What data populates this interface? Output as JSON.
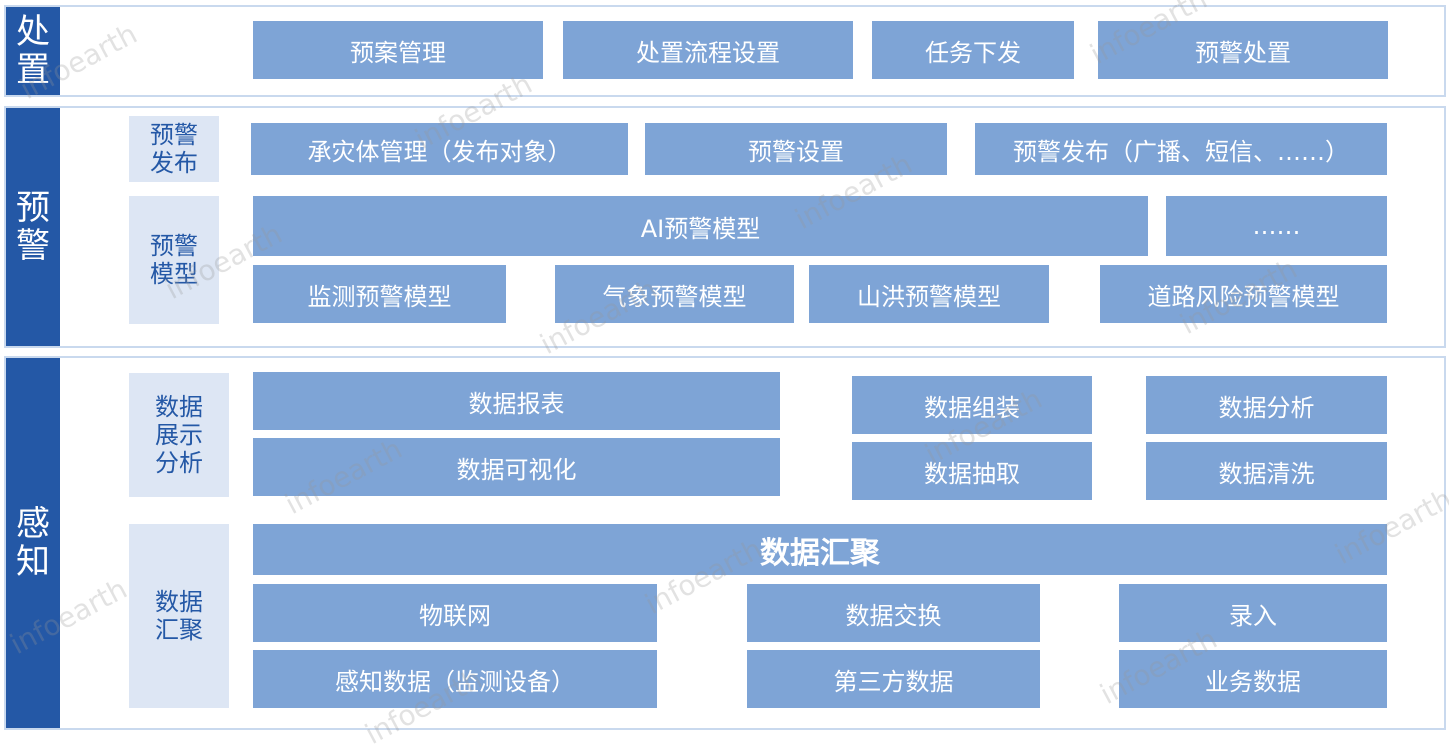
{
  "layers": {
    "chuzhi": {
      "title_chars": [
        "处",
        "置"
      ],
      "boxes": [
        "预案管理",
        "处置流程设置",
        "任务下发",
        "预警处置"
      ]
    },
    "yujing": {
      "title_chars": [
        "预",
        "警"
      ],
      "publish": {
        "label_lines": [
          "预警",
          "发布"
        ],
        "boxes": [
          "承灾体管理（发布对象）",
          "预警设置",
          "预警发布（广播、短信、……）"
        ]
      },
      "model": {
        "label_lines": [
          "预警",
          "模型"
        ],
        "ai": "AI预警模型",
        "more": "……",
        "boxes": [
          "监测预警模型",
          "气象预警模型",
          "山洪预警模型",
          "道路风险预警模型"
        ]
      }
    },
    "ganzhi": {
      "title_chars": [
        "感",
        "知"
      ],
      "display": {
        "label_lines": [
          "数据",
          "展示",
          "分析"
        ],
        "boxes": [
          "数据报表",
          "数据可视化",
          "数据组装",
          "数据分析",
          "数据抽取",
          "数据清洗"
        ]
      },
      "aggregate": {
        "label_lines": [
          "数据",
          "汇聚"
        ],
        "header": "数据汇聚",
        "boxes": [
          "物联网",
          "数据交换",
          "录入",
          "感知数据（监测设备）",
          "第三方数据",
          "业务数据"
        ]
      }
    }
  },
  "watermark": "infoearth"
}
